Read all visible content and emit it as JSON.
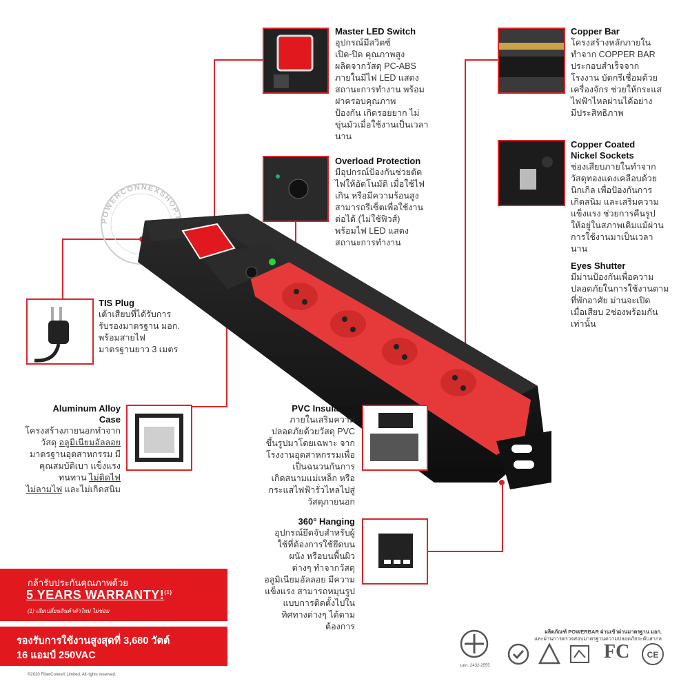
{
  "features": {
    "master_led_switch": {
      "title": "Master LED Switch",
      "body": "อุปกรณ์มีสวิตซ์\nเปิด-ปิด คุณภาพสูง\nผลิตจากวัสดุ PC-ABS\nภายในมีไฟ LED แสดง\nสถานะการทำงาน พร้อม\nฝาครอบคุณภาพ\nป้องกัน เกิดรอยยาก ไม่\nขุ่นมัวเมื่อใช้งานเป็นเวลา\nนาน"
    },
    "overload_protection": {
      "title": "Overload Protection",
      "body": "มีอุปกรณ์ป้องกันช่วยตัด\nไฟให้อัตโนมัติ เมื่อใช้ไฟ\nเกิน หรือมีความร้อนสูง\nสามารถรีเซ็ตเพื่อใช้งาน\nต่อได้ (ไม่ใช้ฟิวส์)\nพร้อมไฟ LED แสดง\nสถานะการทำงาน"
    },
    "copper_bar": {
      "title": "Copper Bar",
      "body": "โครงสร้างหลักภายใน\nทำจาก COPPER BAR\nประกอบสำเร็จจาก\nโรงงาน บัดกรีเชื่อมด้วย\nเครื่องจักร ช่วยให้กระแส\nไฟฟ้าไหลผ่านได้อย่าง\nมีประสิทธิภาพ"
    },
    "copper_coated": {
      "title_line1": "Copper Coated",
      "title_line2": "Nickel Sockets",
      "body": "ช่องเสียบภายในทำจาก\nวัสดุทองแดงเคลือบด้วย\nนิกเกิล เพื่อป้องกันการ\nเกิดสนิม และเสริมความ\nแข็งแรง ช่วยการคืนรูป\nให้อยู่ในสภาพเดิมแม้ผ่าน\nการใช้งานมาเป็นเวลา\nนาน"
    },
    "eyes_shutter": {
      "title": "Eyes Shutter",
      "body": "มีม่านป้องกันเพื่อความ\nปลอดภัยในการใช้งานตาม\nที่พักอาศัย ม่านจะเปิด\nเมื่อเสียบ 2ช่องพร้อมกัน\nเท่านั้น"
    },
    "tis_plug": {
      "title": "TIS Plug",
      "body": "เต้าเสียบที่ได้รับการ\nรับรองมาตรฐาน มอก.\nพร้อมสายไฟ\nมาตรฐานยาว 3 เมตร"
    },
    "aluminum_case": {
      "title_line1": "Aluminum Alloy",
      "title_line2": "Case",
      "l1": "โครงสร้างภายนอกทำจาก",
      "l2a": "วัสดุ ",
      "l2b": "อลูมิเนียมอัลลอย",
      "l3": "มาตรฐานอุตสาหกรรม มี",
      "l4": "คุณสมบัติเบา แข็งแรง",
      "l5a": "ทนทาน ",
      "l5b": "ไม่ติดไฟ",
      "l6a": "ไม่ลามไฟ",
      "l6b": " และไม่เกิดสนิม"
    },
    "pvc_insulation": {
      "title": "PVC Insulation",
      "body": "ภายในเสริมความ\nปลอดภัยด้วยวัสดุ PVC\nขึ้นรูปมาโดยเฉพาะ จาก\nโรงงานอุตสาหกรรมเพื่อ\nเป็นฉนวนกันการ\nเกิดสนามแม่เหล็ก หรือ\nกระแสไฟฟ้ารั่วไหลไปสู่\nวัสดุภายนอก"
    },
    "hanging": {
      "title": "360° Hanging",
      "body": "อุปกรณ์ยึดจับสำหรับผู้\nใช้ที่ต้องการใช้ยึดบน\nผนัง หรือบนพื้นผิว\nต่างๆ ทำจากวัสดุ\nอลูมิเนียมอัลลอย มีความ\nแข็งแรง สามารถหมุนรูป\nแบบการติดตั้งไปใน\nทิศทางต่างๆ ได้ตาม\nต้องการ"
    }
  },
  "watermark": {
    "text": "POWERCONNEXSHOP.COM"
  },
  "warranty": {
    "line1": "กล้ารับประกันคุณภาพด้วย",
    "headline": "5 YEARS WARRANTY!",
    "sup": "(1)",
    "note": "(1) เสียเปลี่ยนสินค้าตัวใหม่ ไม่ซ่อม"
  },
  "capacity": {
    "line1": "รองรับการใช้งานสูงสุดที่ 3,680 วัตต์",
    "line2": "16 แอมป์ 250VAC"
  },
  "footer": {
    "copyright": "©2020 FiberConneX Limited. All rights reserved.",
    "cert_line1": "ผลิตภัณฑ์ POWERBAR ผ่านเข้าผ่านมาตรฐาน มอก.",
    "cert_line2": "และผ่านการตรวจสอบมาตรฐานความปลอดภัยระดับสากล",
    "tis_code": "มอก. 2432-2555",
    "fc_label": "FC",
    "ce_label": "CE"
  },
  "colors": {
    "accent": "#e1191f",
    "socket_red": "#e63a3a",
    "body_black": "#1e1e1e"
  }
}
